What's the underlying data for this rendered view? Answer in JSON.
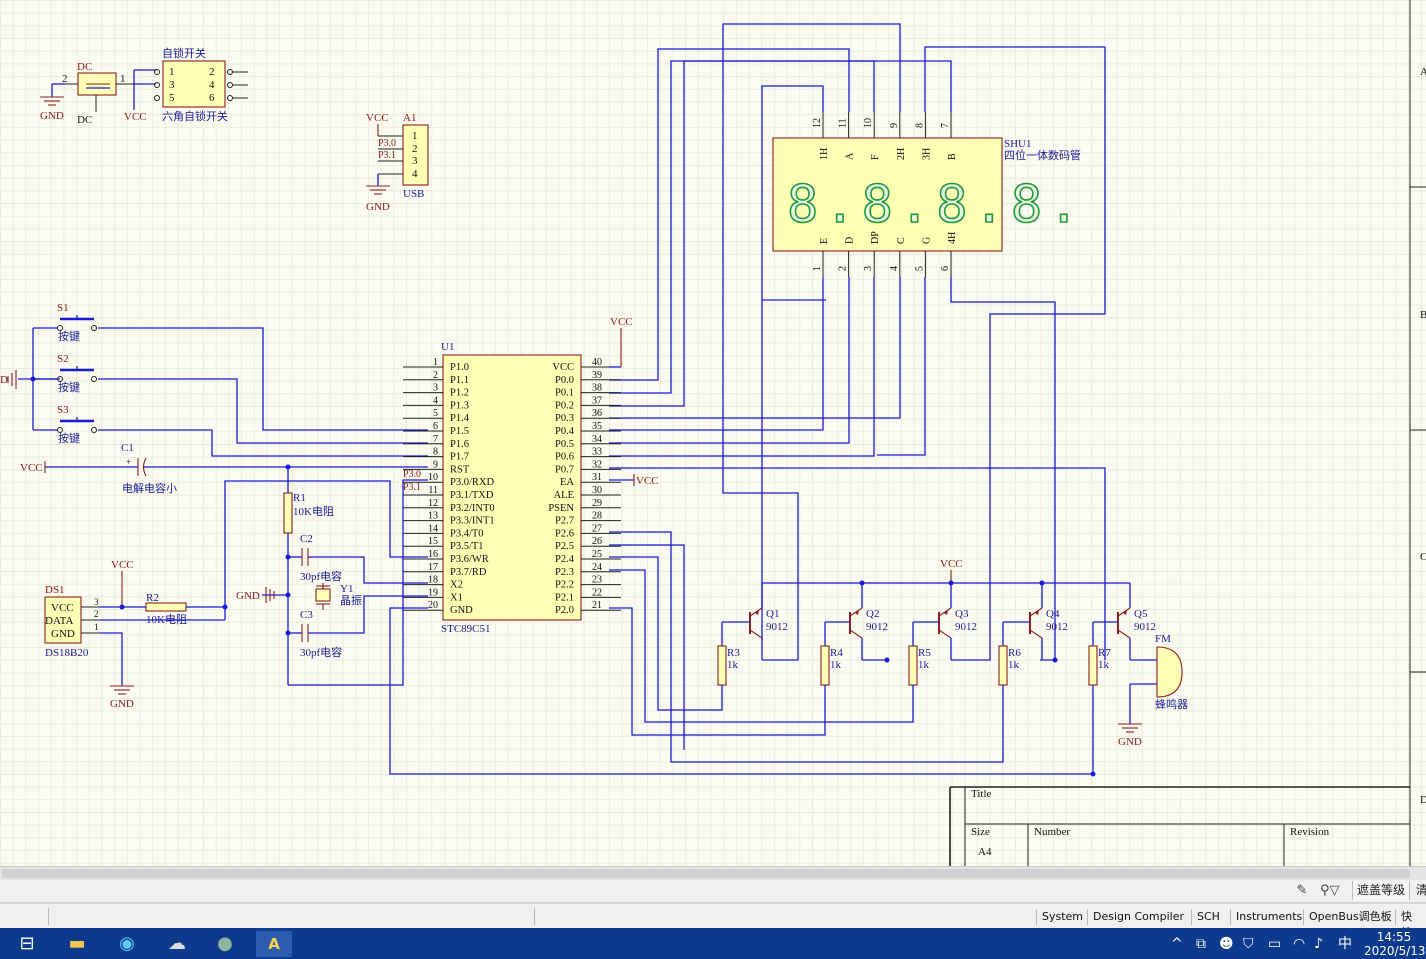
{
  "schematic": {
    "dc": {
      "ref": "DC",
      "ref2": "DC",
      "pin_left": "2",
      "pin_right": "1",
      "gnd": "GND"
    },
    "switch_sw": {
      "title": "自锁开关",
      "subtitle": "六角自锁开关",
      "pins": [
        "1",
        "2",
        "3",
        "4",
        "5",
        "6"
      ],
      "vcc": "VCC"
    },
    "usb": {
      "ref": "A1",
      "vcc": "VCC",
      "net1": "P3.0",
      "net2": "P3.1",
      "pins": [
        "1",
        "2",
        "3",
        "4"
      ],
      "name": "USB",
      "gnd": "GND"
    },
    "display": {
      "ref": "SHU1",
      "name": "四位一体数码管",
      "top_pins": [
        "12",
        "11",
        "10",
        "9",
        "8",
        "7"
      ],
      "top_names": [
        "1H",
        "A",
        "F",
        "2H",
        "3H",
        "B"
      ],
      "bottom_pins": [
        "1",
        "2",
        "3",
        "4",
        "5",
        "6"
      ],
      "bottom_names": [
        "E",
        "D",
        "DP",
        "C",
        "G",
        "4H"
      ],
      "digits": "8.8.8.8."
    },
    "buttons": [
      {
        "ref": "S1",
        "name": "按键"
      },
      {
        "ref": "S2",
        "name": "按键"
      },
      {
        "ref": "S3",
        "name": "按键"
      }
    ],
    "left_gnd_fragment": "D",
    "c1": {
      "ref": "C1",
      "plus": "+",
      "name": "电解电容小",
      "vcc": "VCC"
    },
    "mcu": {
      "ref": "U1",
      "name": "STC89C51",
      "left_nums": [
        "1",
        "2",
        "3",
        "4",
        "5",
        "6",
        "7",
        "8",
        "9",
        "10",
        "11",
        "12",
        "13",
        "14",
        "15",
        "16",
        "17",
        "18",
        "19",
        "20"
      ],
      "left_names": [
        "P1.0",
        "P1.1",
        "P1.2",
        "P1.3",
        "P1.4",
        "P1.5",
        "P1.6",
        "P1.7",
        "RST",
        "P3.0/RXD",
        "P3.1/TXD",
        "P3.2/INT0",
        "P3.3/INT1",
        "P3.4/T0",
        "P3.5/T1",
        "P3.6/WR",
        "P3.7/RD",
        "X2",
        "X1",
        "GND"
      ],
      "right_nums": [
        "40",
        "39",
        "38",
        "37",
        "36",
        "35",
        "34",
        "33",
        "32",
        "31",
        "30",
        "29",
        "28",
        "27",
        "26",
        "25",
        "24",
        "23",
        "22",
        "21"
      ],
      "right_names": [
        "VCC",
        "P0.0",
        "P0.1",
        "P0.2",
        "P0.3",
        "P0.4",
        "P0.5",
        "P0.6",
        "P0.7",
        "EA",
        "ALE",
        "PSEN",
        "P2.7",
        "P2.6",
        "P2.5",
        "P2.4",
        "P2.3",
        "P2.2",
        "P2.1",
        "P2.0"
      ],
      "vcc_top": "VCC",
      "ea_vcc": "VCC",
      "net_p30": "P3.0",
      "net_p31": "P3.1"
    },
    "r1": {
      "ref": "R1",
      "name": "10K电阻"
    },
    "c2": {
      "ref": "C2",
      "name": "30pf电容"
    },
    "c3": {
      "ref": "C3",
      "name": "30pf电容"
    },
    "y1": {
      "ref": "Y1",
      "name": "晶振"
    },
    "gnd_mid": "GND",
    "ds1": {
      "ref": "DS1",
      "name": "DS18B20",
      "pins": [
        "VCC",
        "DATA",
        "GND"
      ],
      "nums": [
        "3",
        "2",
        "1"
      ],
      "vcc": "VCC",
      "gnd": "GND"
    },
    "r2": {
      "ref": "R2",
      "name": "10K电阻"
    },
    "transistors": [
      {
        "ref": "Q1",
        "name": "9012"
      },
      {
        "ref": "Q2",
        "name": "9012"
      },
      {
        "ref": "Q3",
        "name": "9012"
      },
      {
        "ref": "Q4",
        "name": "9012"
      },
      {
        "ref": "Q5",
        "name": "9012"
      }
    ],
    "resistors": [
      {
        "ref": "R3",
        "name": "1k"
      },
      {
        "ref": "R4",
        "name": "1k"
      },
      {
        "ref": "R5",
        "name": "1k"
      },
      {
        "ref": "R6",
        "name": "1k"
      },
      {
        "ref": "R7",
        "name": "1k"
      }
    ],
    "q_vcc": "VCC",
    "buzzer": {
      "ref": "FM",
      "name": "蜂鸣器",
      "gnd": "GND"
    },
    "border_letters": [
      "A",
      "B",
      "C",
      "D"
    ],
    "title_block": {
      "title": "Title",
      "size_label": "Size",
      "size": "A4",
      "number": "Number",
      "revision": "Revision"
    }
  },
  "toolbar": {
    "mask_label": "遮盖等级",
    "clear_label": "清"
  },
  "statusbar": {
    "panels": [
      "System",
      "Design Compiler",
      "SCH",
      "Instruments",
      "OpenBus调色板",
      "快捷"
    ]
  },
  "taskbar": {
    "time": "14:55",
    "date": "2020/5/13",
    "ime": "中"
  }
}
